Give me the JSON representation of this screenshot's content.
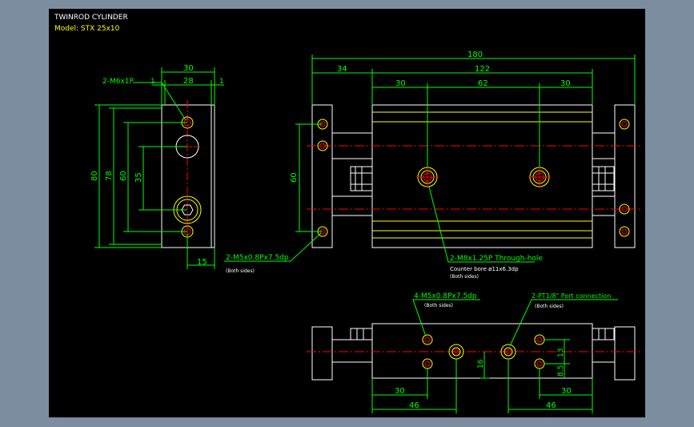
{
  "title": "TWINROD CYLINDER",
  "model": "Model: STX 25x10",
  "colors": {
    "background": "#000000",
    "frame": "#7b8d9e",
    "outline": "#ffffff",
    "dimension": "#00ff00",
    "part": "#ffff00",
    "centerline": "#ff0000",
    "hole": "#ff0000"
  },
  "dims": {
    "side_top_30": "30",
    "side_top_28": "28",
    "side_top_1a": "1",
    "side_top_1b": "1",
    "side_h_80": "80",
    "side_h_78": "78",
    "side_h_60": "60",
    "side_h_35": "35",
    "side_bottom_15": "15",
    "front_total_180": "180",
    "front_34": "34",
    "front_122": "122",
    "front_30a": "30",
    "front_62": "62",
    "front_30b": "30",
    "front_left_60": "60",
    "bottom_30a": "30",
    "bottom_46a": "46",
    "bottom_30b": "30",
    "bottom_46b": "46",
    "bottom_16": "16",
    "bottom_13": "13",
    "bottom_85": "8.5"
  },
  "callouts": {
    "m6": "2-M6x1P",
    "m5_front_main": "2-M5x0.8Px7.5dp",
    "m5_front_sub": "(Both sides)",
    "m8_main": "2-M8x1.25P Through-hole",
    "m8_line2": "Counter bore ø11x6.3dp",
    "m8_sub": "(Both sides)",
    "m5_bottom_main": "4-M5x0.8Px7.5dp",
    "m5_bottom_sub": "(Both sides)",
    "pt_main": "2-PT1/8\" Port connection",
    "pt_sub": "(Both sides)"
  }
}
